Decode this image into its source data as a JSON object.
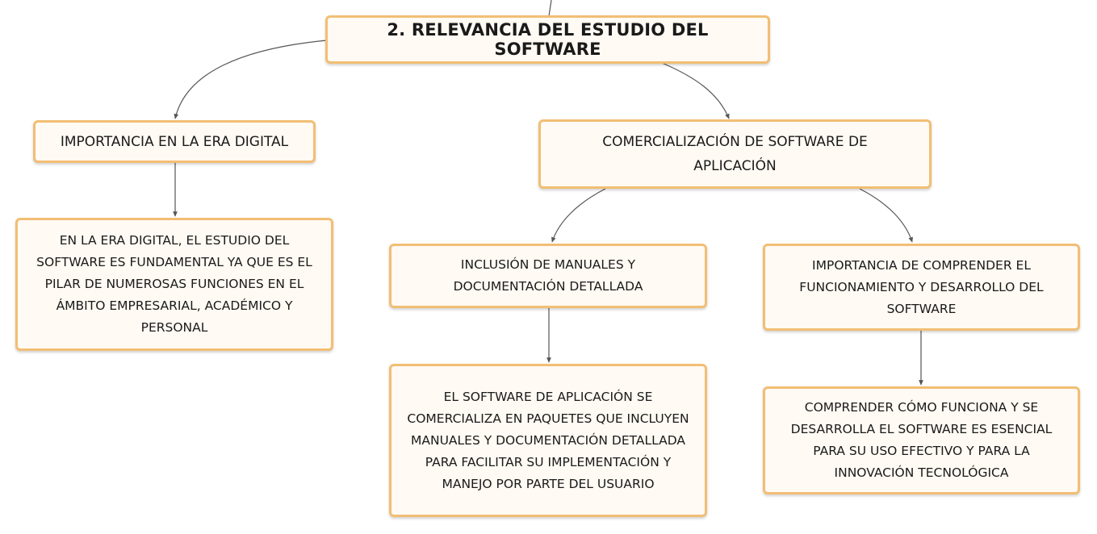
{
  "diagram": {
    "root": {
      "label": "2. RELEVANCIA DEL ESTUDIO DEL SOFTWARE"
    },
    "nodes": {
      "importancia_era_digital": {
        "label": "IMPORTANCIA EN LA ERA DIGITAL"
      },
      "era_digital_detalle": {
        "label": "EN LA ERA DIGITAL, EL ESTUDIO DEL SOFTWARE ES FUNDAMENTAL YA QUE ES EL PILAR DE NUMEROSAS FUNCIONES EN EL ÁMBITO EMPRESARIAL, ACADÉMICO Y PERSONAL"
      },
      "comercializacion": {
        "label": "COMERCIALIZACIÓN DE SOFTWARE DE APLICACIÓN"
      },
      "inclusion_manuales": {
        "label": "INCLUSIÓN DE MANUALES Y DOCUMENTACIÓN DETALLADA"
      },
      "manuales_detalle": {
        "label": "EL SOFTWARE DE APLICACIÓN SE COMERCIALIZA EN PAQUETES QUE INCLUYEN MANUALES Y DOCUMENTACIÓN DETALLADA PARA FACILITAR SU IMPLEMENTACIÓN Y MANEJO POR PARTE DEL USUARIO"
      },
      "importancia_comprender": {
        "label": "IMPORTANCIA DE COMPRENDER EL FUNCIONAMIENTO Y DESARROLLO DEL SOFTWARE"
      },
      "comprender_detalle": {
        "label": "COMPRENDER CÓMO FUNCIONA Y SE DESARROLLA EL SOFTWARE ES ESENCIAL PARA SU USO EFECTIVO Y PARA LA INNOVACIÓN TECNOLÓGICA"
      }
    },
    "colors": {
      "node_border": "#f2be74",
      "node_fill": "#fffaf3",
      "connector": "#555555",
      "text": "#1a1a1a"
    }
  }
}
